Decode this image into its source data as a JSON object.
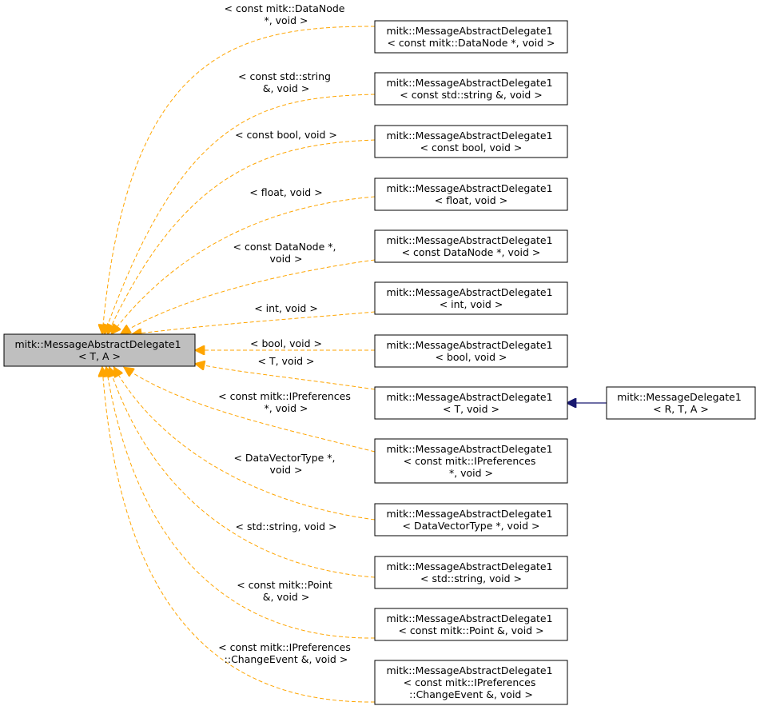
{
  "diagram": {
    "root": {
      "line1": "mitk::MessageAbstractDelegate1",
      "line2": "< T, A >"
    },
    "nodes": [
      {
        "lines": [
          "mitk::MessageAbstractDelegate1",
          "< const mitk::DataNode *, void >"
        ],
        "label": [
          "< const mitk::DataNode",
          "*, void >"
        ]
      },
      {
        "lines": [
          "mitk::MessageAbstractDelegate1",
          "< const std::string &, void >"
        ],
        "label": [
          "< const std::string",
          "&, void >"
        ]
      },
      {
        "lines": [
          "mitk::MessageAbstractDelegate1",
          "< const bool, void >"
        ],
        "label": [
          "< const bool, void >"
        ]
      },
      {
        "lines": [
          "mitk::MessageAbstractDelegate1",
          "< float, void >"
        ],
        "label": [
          "< float, void >"
        ]
      },
      {
        "lines": [
          "mitk::MessageAbstractDelegate1",
          "< const DataNode *, void >"
        ],
        "label": [
          "< const DataNode *,",
          "void >"
        ]
      },
      {
        "lines": [
          "mitk::MessageAbstractDelegate1",
          "< int, void >"
        ],
        "label": [
          "< int, void >"
        ]
      },
      {
        "lines": [
          "mitk::MessageAbstractDelegate1",
          "< bool, void >"
        ],
        "label": [
          "< bool, void >"
        ]
      },
      {
        "lines": [
          "mitk::MessageAbstractDelegate1",
          "< T, void >"
        ],
        "label": [
          "< T, void >"
        ]
      },
      {
        "lines": [
          "mitk::MessageAbstractDelegate1",
          "< const mitk::IPreferences",
          "*, void >"
        ],
        "label": [
          "< const mitk::IPreferences",
          "*, void >"
        ]
      },
      {
        "lines": [
          "mitk::MessageAbstractDelegate1",
          "< DataVectorType *, void >"
        ],
        "label": [
          "< DataVectorType *,",
          "void >"
        ]
      },
      {
        "lines": [
          "mitk::MessageAbstractDelegate1",
          "< std::string, void >"
        ],
        "label": [
          "< std::string, void >"
        ]
      },
      {
        "lines": [
          "mitk::MessageAbstractDelegate1",
          "< const mitk::Point &, void >"
        ],
        "label": [
          "< const mitk::Point",
          "&, void >"
        ]
      },
      {
        "lines": [
          "mitk::MessageAbstractDelegate1",
          "< const mitk::IPreferences",
          "::ChangeEvent &, void >"
        ],
        "label": [
          "< const mitk::IPreferences",
          "::ChangeEvent &, void >"
        ]
      }
    ],
    "derived": {
      "line1": "mitk::MessageDelegate1",
      "line2": "< R, T, A >"
    },
    "colors": {
      "template_edge": "#ffa500",
      "inheritance_edge": "#191970",
      "root_fill": "#bfbfbf"
    }
  }
}
